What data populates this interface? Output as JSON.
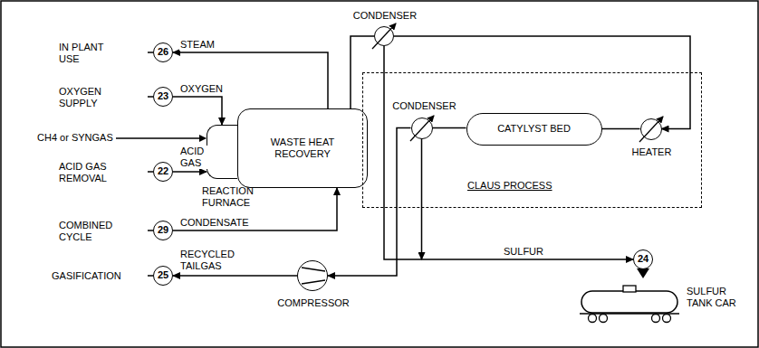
{
  "diagram": {
    "nodes": [
      {
        "text": [
          "26"
        ]
      },
      {
        "text": [
          "23"
        ]
      },
      {
        "text": [
          "REACTION FURNACE"
        ]
      },
      {
        "text": [
          "WASTE HEAT RECOVERY"
        ]
      },
      {
        "text": [
          "22"
        ]
      },
      {
        "text": [
          "29"
        ]
      },
      {
        "text": [
          "CONDENSER"
        ]
      },
      {
        "text": [
          "CLAUS PROCESS"
        ]
      },
      {
        "text": [
          "CONDENSER"
        ],
        "in": 7
      },
      {
        "text": [
          "CATYLYST BED"
        ],
        "in": 7
      },
      {
        "text": [
          "HEATER"
        ],
        "in": 7
      },
      {
        "text": [
          "25"
        ]
      },
      {
        "text": [
          "COMPRESSOR"
        ]
      },
      {
        "text": [
          "24"
        ]
      },
      {
        "text": [
          "SULFUR TANK CAR"
        ]
      }
    ],
    "edges": [
      {
        "from": 3,
        "to": 0,
        "label": "STEAM",
        "arrow": "to"
      },
      {
        "from": 1,
        "to": 2,
        "label": "OXYGEN",
        "arrow": "to"
      },
      {
        "from": 4,
        "to": 2,
        "label": "ACID GAS",
        "arrow": "to"
      },
      {
        "from": 5,
        "to": 3,
        "label": "CONDENSATE",
        "arrow": "to"
      },
      {
        "from": 3,
        "to": 6,
        "arrow": "none"
      },
      {
        "from": 6,
        "to": 10,
        "arrow": "to"
      },
      {
        "from": 10,
        "to": 9,
        "arrow": "none"
      },
      {
        "from": 9,
        "to": 8,
        "arrow": "none"
      },
      {
        "from": 6,
        "to": 13,
        "label": "SULFUR",
        "arrow": "to"
      },
      {
        "from": 8,
        "to": 13,
        "arrow": "to"
      },
      {
        "from": 8,
        "to": 12,
        "arrow": "to"
      },
      {
        "from": 12,
        "to": 11,
        "label": "RECYCLED TAILGAS",
        "arrow": "to"
      }
    ],
    "labels": [
      "IN PLANT USE",
      "OXYGEN SUPPLY",
      "CH4 or SYNGAS",
      "ACID GAS REMOVAL",
      "COMBINED CYCLE",
      "GASIFICATION"
    ]
  }
}
